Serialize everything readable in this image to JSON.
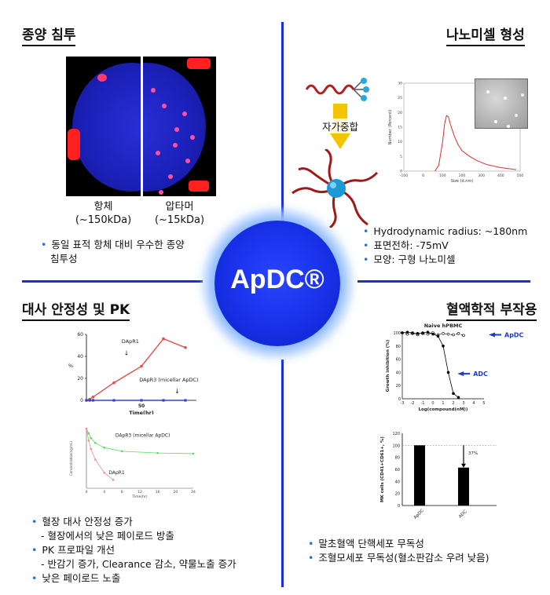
{
  "center": {
    "label": "ApDC®"
  },
  "q1": {
    "title": "종양 침투",
    "left_label": "항체",
    "left_sub": "(~150kDa)",
    "right_label": "압타머",
    "right_sub": "(~15kDa)",
    "bullets": [
      "동일 표적 항체 대비 우수한 종양",
      "침투성"
    ]
  },
  "q2": {
    "title": "나노미셀 형성",
    "arrow_label": "자가중합",
    "bullets": [
      "Hydrodynamic radius: ~180nm",
      "표면전하: -75mV",
      "모양: 구형 나노미셀"
    ],
    "chart_data": {
      "type": "line",
      "xlabel": "Size (d.nm)",
      "ylabel": "Number (Percent)",
      "xlim": [
        -100,
        500
      ],
      "ylim": [
        0,
        30
      ],
      "xticks": [
        -100,
        0,
        100,
        200,
        300,
        400,
        500
      ],
      "yticks": [
        0,
        5,
        10,
        15,
        20,
        25,
        30
      ],
      "x": [
        60,
        80,
        100,
        110,
        120,
        130,
        140,
        160,
        180,
        200,
        240,
        280,
        330,
        400,
        480
      ],
      "y": [
        0,
        2,
        10,
        16,
        19,
        18.5,
        16,
        12,
        9,
        7,
        5,
        3.5,
        2.2,
        1.2,
        0.5
      ],
      "color": "#d83030"
    }
  },
  "q3": {
    "title": "대사 안정성 및 PK",
    "bullets": [
      {
        "t": "혈장 대사 안정성 증가",
        "sub": false
      },
      {
        "t": "- 혈장에서의 낮은 페이로드 방출",
        "sub": true
      },
      {
        "t": "PK 프로파일 개선",
        "sub": false
      },
      {
        "t": "- 반감기 증가, Clearance 감소, 약물노출 증가",
        "sub": true
      },
      {
        "t": "낮은 페이로드 노출",
        "sub": false
      }
    ],
    "chart_data": [
      {
        "type": "line",
        "xlabel": "Time(hr)",
        "ylabel": "%",
        "ylim": [
          0,
          60
        ],
        "yticks": [
          0,
          20,
          40,
          60
        ],
        "xticks": [
          50
        ],
        "series": [
          {
            "name": "DApR1",
            "x": [
              0,
              3,
              6,
              25,
              50,
              70,
              90
            ],
            "y": [
              0,
              1,
              3,
              16,
              31,
              56,
              48
            ],
            "color": "#e05050"
          },
          {
            "name": "DApR3 (micellar ApDC)",
            "x": [
              0,
              3,
              6,
              25,
              50,
              70,
              90
            ],
            "y": [
              0,
              0,
              0,
              0,
              0,
              0,
              0
            ],
            "color": "#3344cc"
          }
        ]
      },
      {
        "type": "line",
        "xlabel": "Time(hr)",
        "ylabel": "Concentration(ng/mL)",
        "xticks": [
          0,
          4,
          8,
          12,
          16,
          20,
          24
        ],
        "series": [
          {
            "name": "DApR3 (micellar ApDC)",
            "x": [
              0,
              0.5,
              1,
              2,
              4,
              8,
              16,
              24
            ],
            "y": [
              5,
              4.6,
              4.2,
              3.8,
              3.4,
              3.1,
              2.95,
              2.9
            ],
            "color": "#55dd55"
          },
          {
            "name": "DApR1",
            "x": [
              0,
              0.5,
              1,
              2,
              4,
              6
            ],
            "y": [
              5,
              4,
              3.3,
              2.4,
              1.3,
              0.7
            ],
            "color": "#f09090"
          }
        ]
      }
    ]
  },
  "q4": {
    "title": "혈액학적 부작용",
    "bullets": [
      "말초혈액 단핵세포 무독성",
      "조혈모세포 무독성(혈소판감소 우려 낮음)"
    ],
    "chart_data": [
      {
        "type": "line",
        "title": "Naive hPBMC",
        "xlabel": "Log(compound(nM))",
        "ylabel": "Growth inhibition (%)",
        "xlim": [
          -3,
          5
        ],
        "ylim": [
          0,
          100
        ],
        "xticks": [
          -3,
          -2,
          -1,
          0,
          1,
          2,
          3,
          4,
          5
        ],
        "yticks": [
          0,
          20,
          40,
          60,
          80,
          100
        ],
        "series": [
          {
            "name": "ApDC",
            "x": [
              -3,
              -2.5,
              -2,
              -1.5,
              -1,
              -0.5,
              0,
              0.5,
              1,
              1.5,
              2,
              2.5,
              3
            ],
            "y": [
              100,
              98,
              99,
              97,
              99,
              98,
              100,
              97,
              99,
              98,
              97,
              99,
              96
            ]
          },
          {
            "name": "ADC",
            "x": [
              -3,
              -2.5,
              -2,
              -1.5,
              -1,
              -0.5,
              0,
              0.5,
              1,
              1.5,
              2,
              2.5
            ],
            "y": [
              100,
              101,
              100,
              99,
              100,
              101,
              98,
              95,
              80,
              40,
              8,
              2
            ]
          }
        ]
      },
      {
        "type": "bar",
        "ylabel": "MK cells (CD41+CD61+, %)",
        "ylim": [
          0,
          120
        ],
        "yticks": [
          0,
          20,
          40,
          60,
          80,
          100,
          120
        ],
        "categories": [
          "ApDC",
          "ADC"
        ],
        "values": [
          100,
          63
        ],
        "annotation": "37%"
      }
    ]
  }
}
